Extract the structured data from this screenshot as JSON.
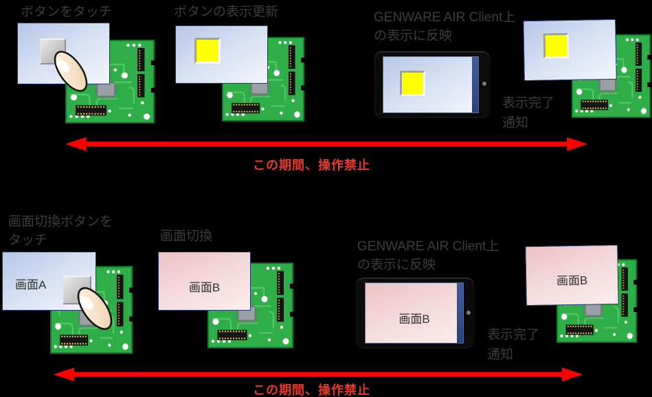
{
  "diagram": {
    "top_sequence": {
      "step1_label": "ボタンをタッチ",
      "step2_label": "ボタンの表示更新",
      "step3_label_line1": "GENWARE AIR Client上",
      "step3_label_line2": "の表示に反映",
      "notify_label_line1": "表示完了",
      "notify_label_line2": "通知",
      "caption": "この期間、操作禁止"
    },
    "bottom_sequence": {
      "step1_label_line1": "画面切換ボタンを",
      "step1_label_line2": "タッチ",
      "step2_label": "画面切換",
      "step3_label_line1": "GENWARE AIR Client上",
      "step3_label_line2": "の表示に反映",
      "screen_a_label": "画面A",
      "screen_b_label": "画面B",
      "notify_label_line1": "表示完了",
      "notify_label_line2": "通知",
      "caption": "この期間、操作禁止"
    },
    "colors": {
      "background": "#000000",
      "arrow": "#ff0000",
      "caption_text": "#e8392b",
      "label_text": "#3d3d3d",
      "board_green": "#2fad49",
      "button_yellow": "#ffff00",
      "screen_blue_top": "#b7c7e8",
      "screen_blue_bottom": "#f3f6fc",
      "screen_pink_top": "#ecc3c7",
      "screen_pink_bottom": "#fbeeee"
    }
  }
}
